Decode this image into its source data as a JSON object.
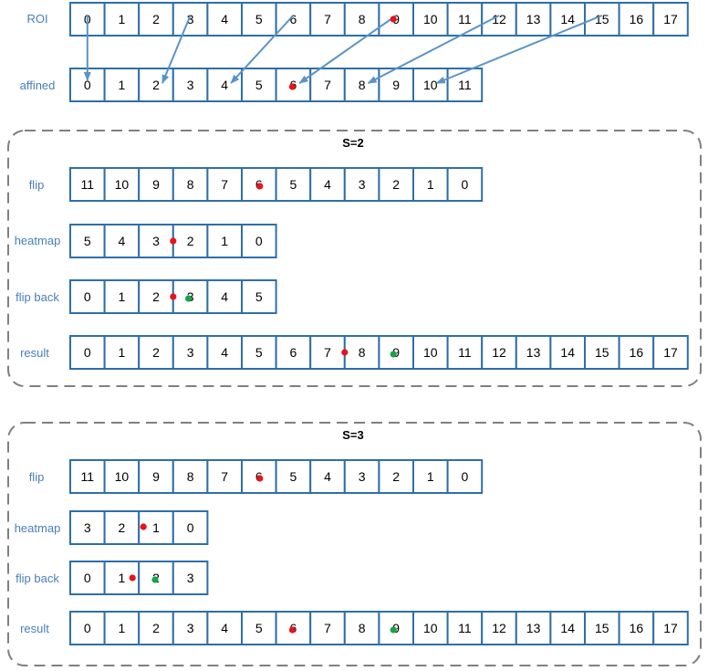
{
  "colors": {
    "cell_border": "#2e6fa8",
    "label": "#4a7ebb",
    "arrow": "#5b93c7",
    "panel_border": "#808080",
    "red_dot": "#e8131b",
    "green_dot": "#17a34a"
  },
  "top": {
    "roi": {
      "label": "ROI",
      "cells": [
        "0",
        "1",
        "2",
        "3",
        "4",
        "5",
        "6",
        "7",
        "8",
        "9",
        "10",
        "11",
        "12",
        "13",
        "14",
        "15",
        "16",
        "17"
      ]
    },
    "affined": {
      "label": "affined",
      "cells": [
        "0",
        "1",
        "2",
        "3",
        "4",
        "5",
        "6",
        "7",
        "8",
        "9",
        "10",
        "11"
      ]
    },
    "mapping": [
      [
        0,
        0
      ],
      [
        3,
        2
      ],
      [
        6,
        4
      ],
      [
        9,
        6
      ],
      [
        12,
        8
      ],
      [
        15,
        10
      ]
    ]
  },
  "panels": [
    {
      "title": "S=2",
      "rows": [
        {
          "label": "flip",
          "cells": [
            "11",
            "10",
            "9",
            "8",
            "7",
            "6",
            "5",
            "4",
            "3",
            "2",
            "1",
            "0"
          ]
        },
        {
          "label": "heatmap",
          "cells": [
            "5",
            "4",
            "3",
            "2",
            "1",
            "0"
          ]
        },
        {
          "label": "flip back",
          "cells": [
            "0",
            "1",
            "2",
            "3",
            "4",
            "5"
          ]
        },
        {
          "label": "result",
          "cells": [
            "0",
            "1",
            "2",
            "3",
            "4",
            "5",
            "6",
            "7",
            "8",
            "9",
            "10",
            "11",
            "12",
            "13",
            "14",
            "15",
            "16",
            "17"
          ]
        }
      ]
    },
    {
      "title": "S=3",
      "rows": [
        {
          "label": "flip",
          "cells": [
            "11",
            "10",
            "9",
            "8",
            "7",
            "6",
            "5",
            "4",
            "3",
            "2",
            "1",
            "0"
          ]
        },
        {
          "label": "heatmap",
          "cells": [
            "3",
            "2",
            "1",
            "0"
          ]
        },
        {
          "label": "flip back",
          "cells": [
            "0",
            "1",
            "2",
            "3"
          ]
        },
        {
          "label": "result",
          "cells": [
            "0",
            "1",
            "2",
            "3",
            "4",
            "5",
            "6",
            "7",
            "8",
            "9",
            "10",
            "11",
            "12",
            "13",
            "14",
            "15",
            "16",
            "17"
          ]
        }
      ]
    }
  ]
}
